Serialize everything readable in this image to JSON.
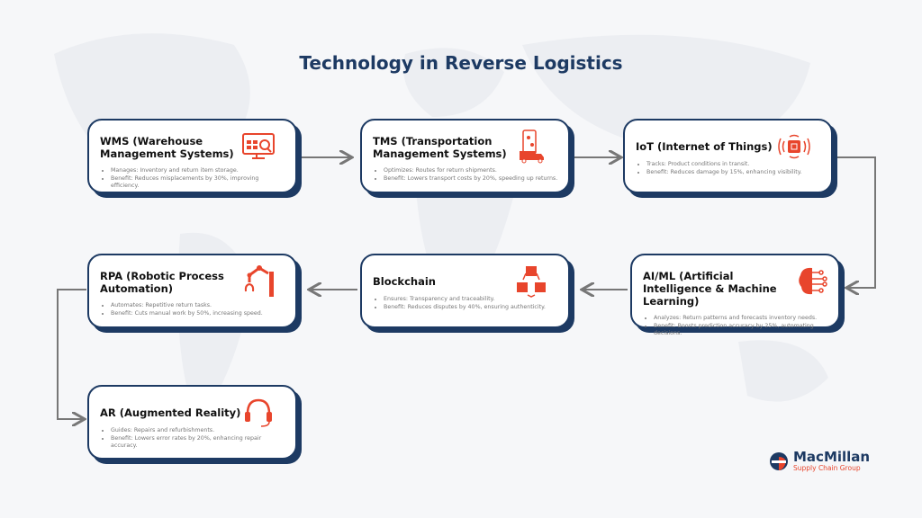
{
  "title": "Technology in Reverse Logistics",
  "accent": "#e8452c",
  "navy": "#1d3a63",
  "cards": [
    {
      "title": "WMS (Warehouse Management Systems)",
      "icon": "monitor-analytics-icon",
      "bullets": [
        "Manages: Inventory and return item storage.",
        "Benefit: Reduces misplacements by 30%, improving efficiency."
      ]
    },
    {
      "title": "TMS (Transportation Management Systems)",
      "icon": "delivery-truck-phone-icon",
      "bullets": [
        "Optimizes: Routes for return shipments.",
        "Benefit: Lowers transport costs by 20%, speeding up returns."
      ]
    },
    {
      "title": "IoT (Internet of Things)",
      "icon": "wireless-sensor-icon",
      "bullets": [
        "Tracks: Product conditions in transit.",
        "Benefit: Reduces damage by 15%, enhancing visibility."
      ]
    },
    {
      "title": "AI/ML (Artificial Intelligence & Machine Learning)",
      "icon": "brain-circuit-icon",
      "bullets": [
        "Analyzes: Return patterns and forecasts inventory needs.",
        "Benefit: Boosts prediction accuracy by 25%, automating decisions."
      ]
    },
    {
      "title": "Blockchain",
      "icon": "blocks-icon",
      "bullets": [
        "Ensures: Transparency and traceability.",
        "Benefit: Reduces disputes by 40%, ensuring authenticity."
      ]
    },
    {
      "title": "RPA (Robotic Process Automation)",
      "icon": "robot-arm-icon",
      "bullets": [
        "Automates: Repetitive return tasks.",
        "Benefit: Cuts manual work by 50%, increasing speed."
      ]
    },
    {
      "title": "AR (Augmented Reality)",
      "icon": "headset-icon",
      "bullets": [
        "Guides: Repairs and refurbishments.",
        "Benefit: Lowers error rates by 20%, enhancing repair accuracy."
      ]
    }
  ],
  "logo": {
    "name": "MacMillan",
    "tagline": "Supply Chain Group"
  }
}
